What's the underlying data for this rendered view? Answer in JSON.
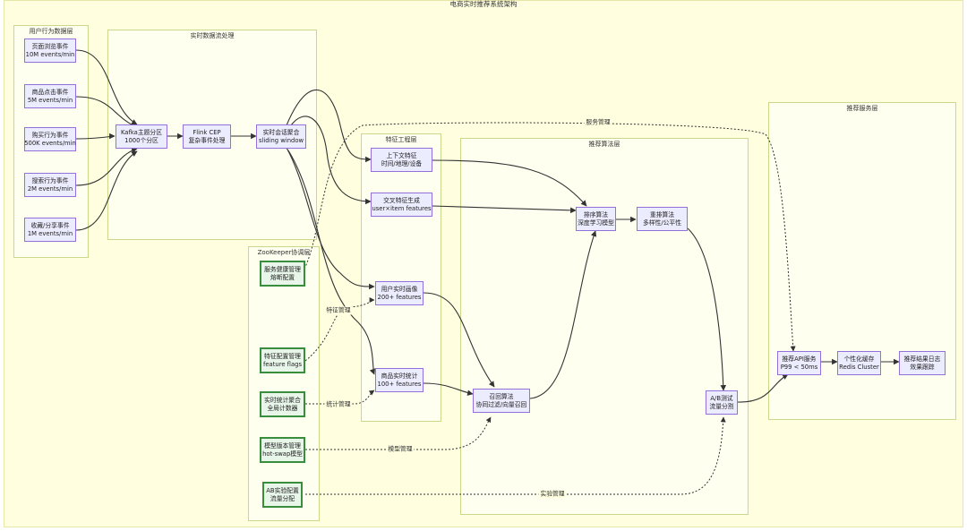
{
  "title": "电商实时推荐系统架构",
  "clusters": {
    "user_behavior": "用户行为数据层",
    "stream": "实时数据流处理",
    "zookeeper": "ZooKeeper协调层",
    "feature": "特征工程层",
    "algorithm": "推荐算法层",
    "service": "推荐服务层"
  },
  "nodes": {
    "pageview": {
      "line1": "页面浏览事件",
      "line2": "10M events/min"
    },
    "click": {
      "line1": "商品点击事件",
      "line2": "5M events/min"
    },
    "purchase": {
      "line1": "购买行为事件",
      "line2": "500K events/min"
    },
    "search": {
      "line1": "搜索行为事件",
      "line2": "2M events/min"
    },
    "fav": {
      "line1": "收藏/分享事件",
      "line2": "1M events/min"
    },
    "kafka": {
      "line1": "Kafka主题分区",
      "line2": "1000个分区"
    },
    "flink": {
      "line1": "Flink CEP",
      "line2": "复杂事件处理"
    },
    "session": {
      "line1": "实时会话聚合",
      "line2": "sliding window"
    },
    "context": {
      "line1": "上下文特征",
      "line2": "时间/地理/设备"
    },
    "cross": {
      "line1": "交叉特征生成",
      "line2": "user×item features"
    },
    "profile": {
      "line1": "用户实时画像",
      "line2": "200+ features"
    },
    "itemstat": {
      "line1": "商品实时统计",
      "line2": "100+ features"
    },
    "rank": {
      "line1": "排序算法",
      "line2": "深度学习模型"
    },
    "rerank": {
      "line1": "重排算法",
      "line2": "多样性/公平性"
    },
    "recall": {
      "line1": "召回算法",
      "line2": "协同过滤/向量召回"
    },
    "ab": {
      "line1": "A/B测试",
      "line2": "流量分割"
    },
    "zk_health": {
      "line1": "服务健康管理",
      "line2": "熔断配置"
    },
    "zk_feature": {
      "line1": "特征配置管理",
      "line2": "feature flags"
    },
    "zk_stats": {
      "line1": "实时统计聚合",
      "line2": "全局计数器"
    },
    "zk_model": {
      "line1": "模型版本管理",
      "line2": "hot-swap模型"
    },
    "zk_ab": {
      "line1": "AB实验配置",
      "line2": "流量分配"
    },
    "api": {
      "line1": "推荐API服务",
      "line2": "P99 < 50ms"
    },
    "cache": {
      "line1": "个性化缓存",
      "line2": "Redis Cluster"
    },
    "log": {
      "line1": "推荐结果日志",
      "line2": "效果跟踪"
    }
  },
  "edge_labels": {
    "service_mgmt": "服务管理",
    "feature_mgmt": "特征管理",
    "stats_mgmt": "统计管理",
    "model_mgmt": "模型管理",
    "exp_mgmt": "实验管理"
  },
  "colors": {
    "node_fill": "#ececff",
    "node_border": "#9370db",
    "zk_fill": "#e8f5e9",
    "zk_border": "#388e3c",
    "cluster_border": "#c9d88a",
    "background": "#ffffe0"
  }
}
